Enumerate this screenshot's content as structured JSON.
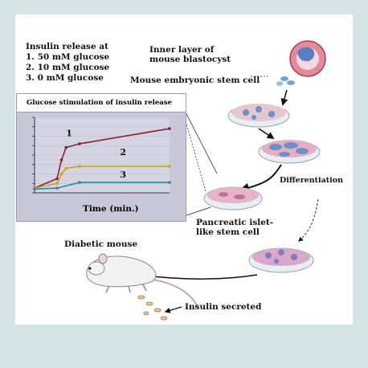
{
  "legend": {
    "title": "Insulin release at",
    "items": [
      "1.  50 mM glucose",
      "2.  10 mM glucose",
      "3.  0 mM glucose"
    ]
  },
  "labels": {
    "blastocyst_line1": "Inner layer of",
    "blastocyst_line2": "mouse blastocyst",
    "embryonic_stem_cell": "Mouse embryonic stem cell",
    "differentiation": "Differentiation",
    "islet_line1": "Pancreatic islet-",
    "islet_line2": "like stem cell",
    "diabetic_mouse": "Diabetic mouse",
    "insulin_secreted": "Insulin secreted"
  },
  "chart_data": {
    "type": "line",
    "title": "Glucose stimulation of insulin release",
    "xlabel": "Time  (min.)",
    "ylabel": "",
    "series": [
      {
        "name": "1",
        "color": "#8a2030",
        "x": [
          0,
          10,
          12,
          14,
          20,
          60
        ],
        "y": [
          0.5,
          1.5,
          3.5,
          4.8,
          5.2,
          6.8
        ]
      },
      {
        "name": "2",
        "color": "#d4a020",
        "x": [
          0,
          10,
          12,
          14,
          20,
          60
        ],
        "y": [
          0.5,
          1.0,
          2.0,
          2.6,
          2.8,
          2.8
        ]
      },
      {
        "name": "3",
        "color": "#2a8a98",
        "x": [
          0,
          10,
          20,
          60
        ],
        "y": [
          0.4,
          0.5,
          1.1,
          1.1
        ]
      }
    ],
    "xlim": [
      0,
      60
    ],
    "ylim": [
      0,
      8
    ]
  }
}
